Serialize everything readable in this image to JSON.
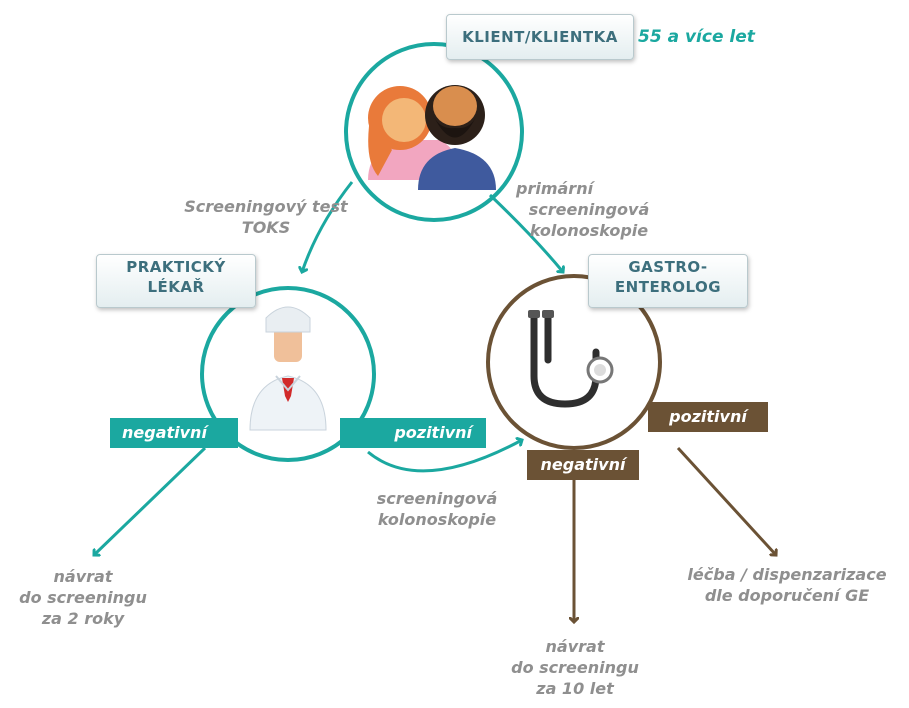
{
  "client": {
    "callout": "KLIENT/KLIENTKA",
    "age": "55 a více let"
  },
  "gp": {
    "callout_line1": "PRAKTICKÝ",
    "callout_line2": "LÉKAŘ",
    "negative": "negativní",
    "positive": "pozitivní"
  },
  "ge": {
    "callout_line1": "GASTRO-",
    "callout_line2": "ENTEROLOG",
    "negative": "negativní",
    "positive": "pozitivní"
  },
  "edges": {
    "client_to_gp_line1": "Screeningový test",
    "client_to_gp_line2": "TOKS",
    "client_to_ge_line1": "primární",
    "client_to_ge_line2": "screeningová",
    "client_to_ge_line3": "kolonoskopie",
    "gp_to_ge_line1": "screeningová",
    "gp_to_ge_line2": "kolonoskopie"
  },
  "outcomes": {
    "gp_negative_line1": "návrat",
    "gp_negative_line2": "do screeningu",
    "gp_negative_line3": "za 2 roky",
    "ge_negative_line1": "návrat",
    "ge_negative_line2": "do screeningu",
    "ge_negative_line3": "za 10 let",
    "ge_positive_line1": "léčba / dispenzarizace",
    "ge_positive_line2": "dle doporučení GE"
  },
  "colors": {
    "teal": "#1ba8a0",
    "brown": "#6b5235",
    "gray_text": "#8f8f8f",
    "callout_text": "#3d6f7d"
  }
}
